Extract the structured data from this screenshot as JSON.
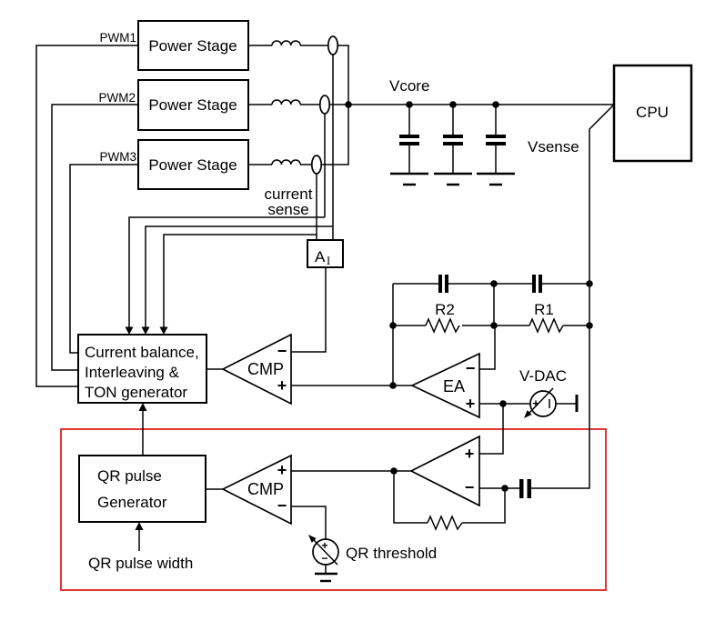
{
  "colors": {
    "line": "#000000",
    "background": "#ffffff",
    "highlight_box": "#e01212"
  },
  "phases": [
    {
      "pwm": "PWM1",
      "stage": "Power Stage"
    },
    {
      "pwm": "PWM2",
      "stage": "Power Stage"
    },
    {
      "pwm": "PWM3",
      "stage": "Power Stage"
    }
  ],
  "labels": {
    "vcore": "Vcore",
    "vsense": "Vsense",
    "cpu": "CPU",
    "current_sense_line1": "current",
    "current_sense_line2": "sense",
    "current_amp": "A",
    "current_amp_subscript": "I",
    "r2": "R2",
    "r1": "R1",
    "cmp": "CMP",
    "ea": "EA",
    "vdac": "V-DAC",
    "qr_cmp": "CMP",
    "qr_threshold": "QR threshold",
    "qr_pulse_width": "QR pulse width"
  },
  "balance_block": {
    "line1": "Current balance,",
    "line2": "Interleaving &",
    "line3": "TON generator"
  },
  "qr_block": {
    "line1": "QR pulse",
    "line2": "Generator"
  },
  "signs": {
    "plus": "+",
    "minus": "−"
  }
}
